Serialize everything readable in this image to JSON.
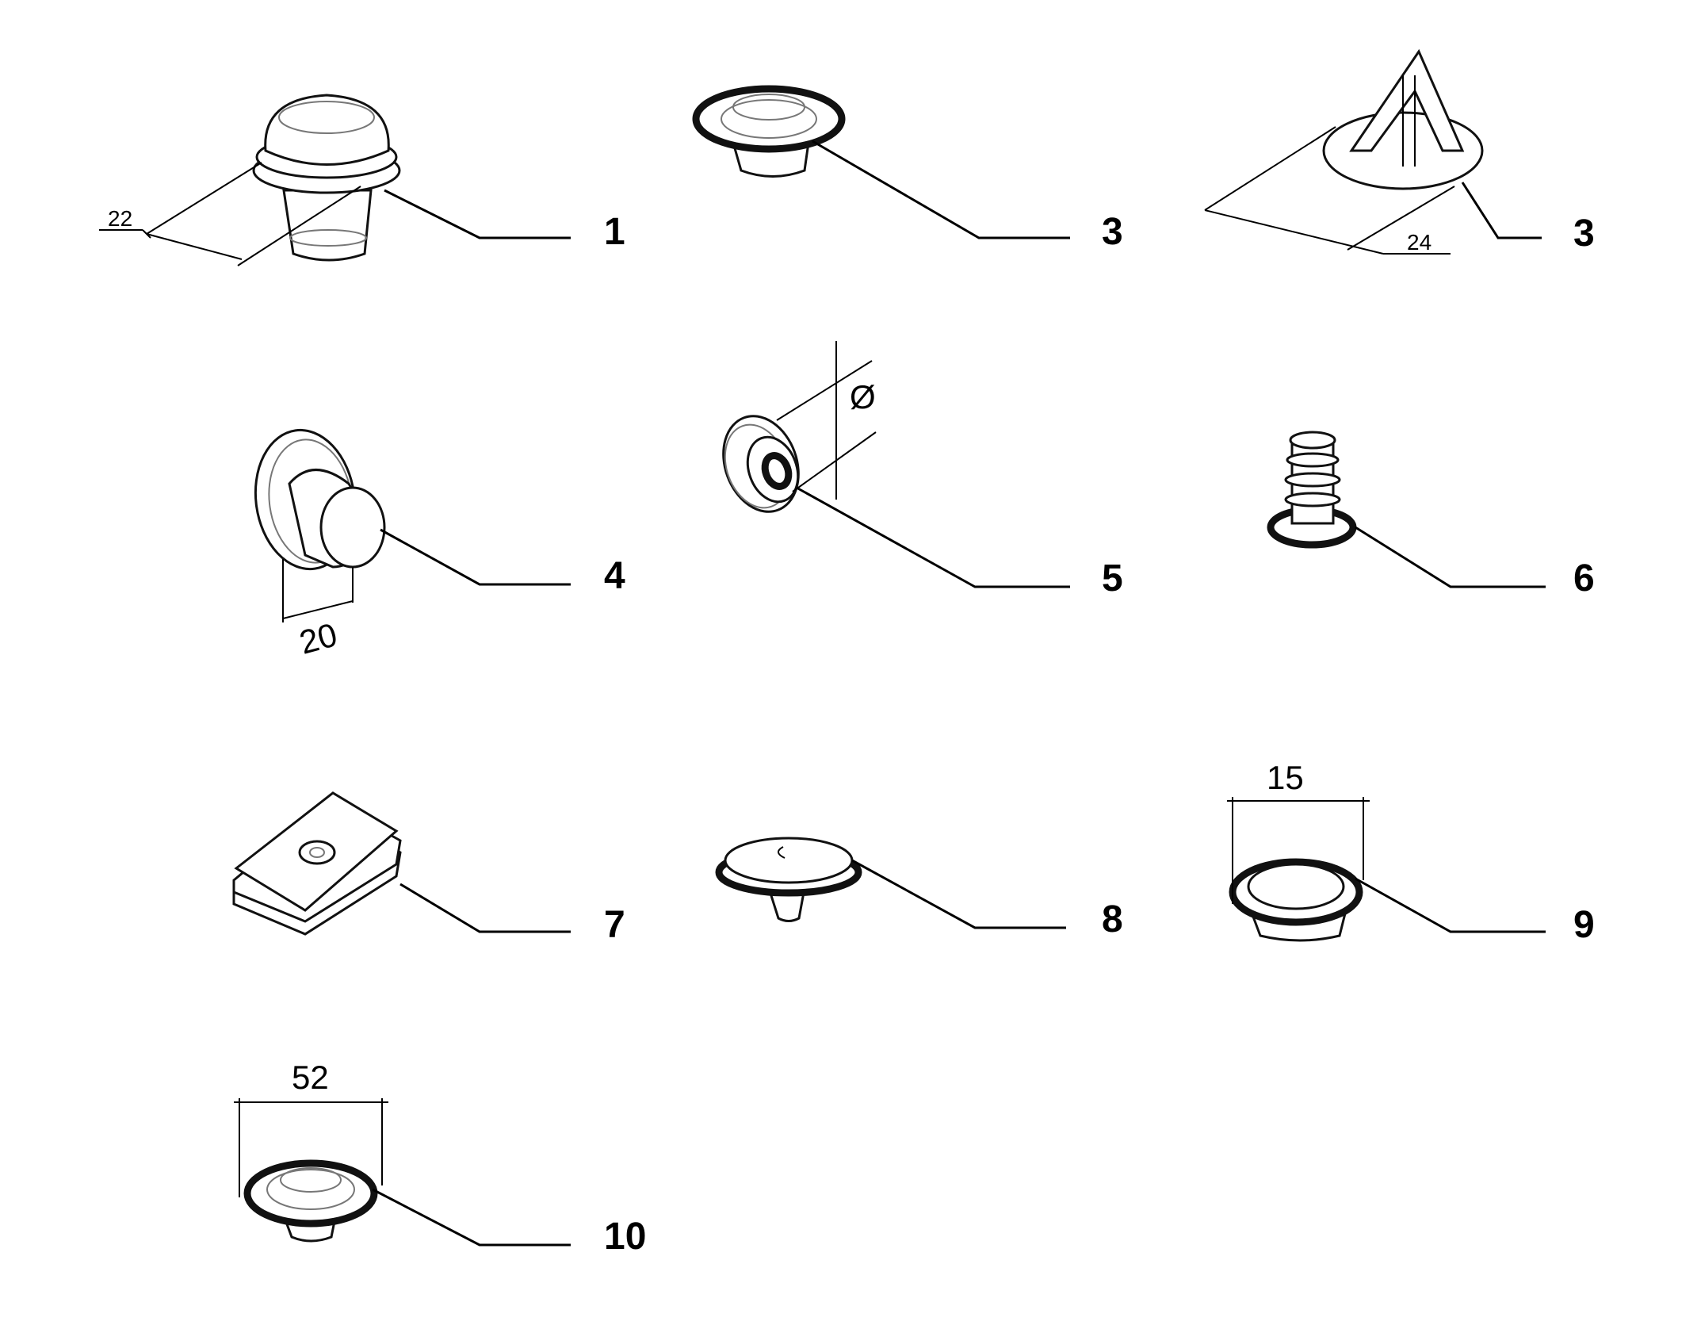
{
  "callouts": [
    {
      "label": "1"
    },
    {
      "label": "3"
    },
    {
      "label": "3"
    },
    {
      "label": "4"
    },
    {
      "label": "5"
    },
    {
      "label": "6"
    },
    {
      "label": "7"
    },
    {
      "label": "8"
    },
    {
      "label": "9"
    },
    {
      "label": "10"
    }
  ],
  "dimensions": {
    "part_1": "22",
    "part_3b": "24",
    "part_4": "20",
    "part_5": "Ø",
    "part_9": "15",
    "part_10": "52"
  },
  "colors": {
    "line": "#000000",
    "background": "#ffffff"
  }
}
